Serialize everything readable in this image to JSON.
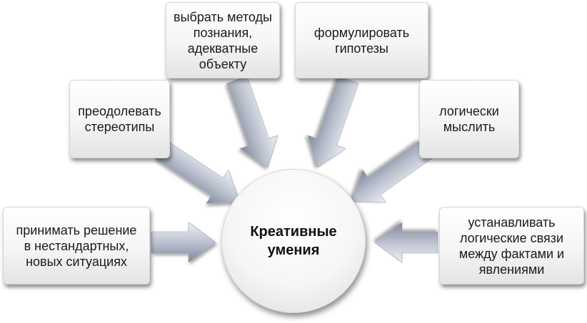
{
  "center": {
    "line1": "Креативные",
    "line2": "умения"
  },
  "skills": {
    "methods": {
      "lines": [
        "выбрать методы",
        "познания,",
        "адекватные",
        "объекту"
      ]
    },
    "hypotheses": {
      "lines": [
        "формулировать",
        "гипотезы"
      ]
    },
    "stereotypes": {
      "lines": [
        "преодолевать",
        "стереотипы"
      ]
    },
    "logic": {
      "lines": [
        "логически",
        "мыслить"
      ]
    },
    "decisions": {
      "lines": [
        "принимать решение",
        "в нестандартных,",
        "новых ситуациях"
      ]
    },
    "links": {
      "lines": [
        "устанавливать",
        "логические связи",
        "между фактами и",
        "явлениями"
      ]
    }
  },
  "colors": {
    "arrow_light": "#e9ecf2",
    "arrow_dark": "#8a93a6",
    "box_border": "#d6d6d6"
  }
}
